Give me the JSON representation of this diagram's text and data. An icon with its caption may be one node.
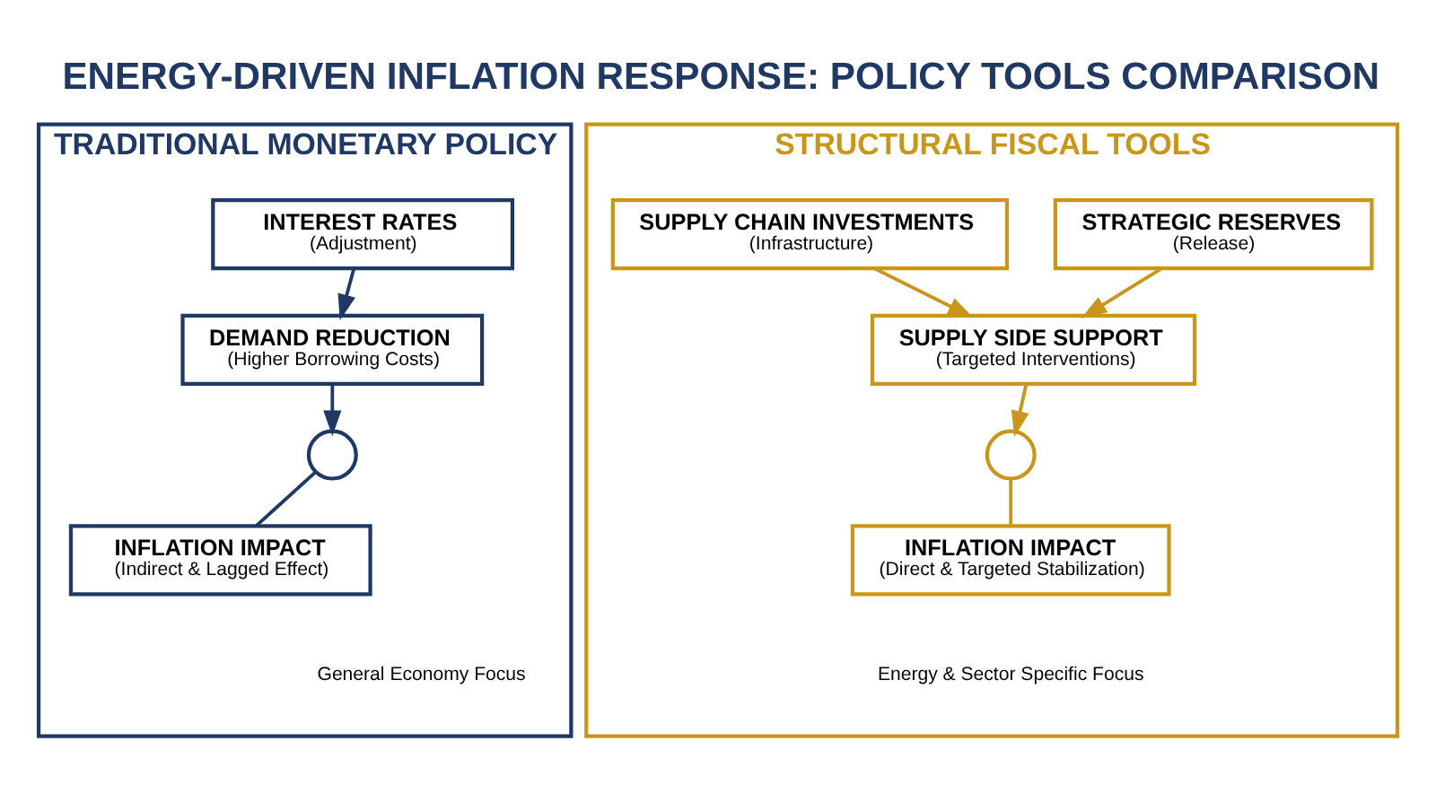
{
  "diagram": {
    "title": "ENERGY-DRIVEN INFLATION RESPONSE: POLICY TOOLS COMPARISON",
    "nodes": [
      {
        "text": [
          "TRADITIONAL MONETARY POLICY"
        ],
        "beside": [
          "General Economy Focus"
        ]
      },
      {
        "text": [
          "INTEREST RATES",
          "(Adjustment)"
        ],
        "in": 0
      },
      {
        "text": [
          "DEMAND REDUCTION",
          "(Higher Borrowing Costs)"
        ],
        "in": 0
      },
      {
        "text": [],
        "shape": "circle",
        "in": 0
      },
      {
        "text": [
          "INFLATION IMPACT",
          "(Indirect & Lagged Effect)"
        ],
        "in": 0
      },
      {
        "text": [
          "STRUCTURAL FISCAL TOOLS"
        ],
        "beside": [
          "Energy & Sector Specific Focus"
        ]
      },
      {
        "text": [
          "STRATEGIC RESERVES",
          "(Release)"
        ],
        "in": 5
      },
      {
        "text": [
          "SUPPLY CHAIN INVESTMENTS",
          "(Infrastructure)"
        ],
        "in": 5
      },
      {
        "text": [
          "SUPPLY SIDE SUPPORT",
          "(Targeted Interventions)"
        ],
        "in": 5
      },
      {
        "text": [],
        "shape": "circle",
        "in": 5
      },
      {
        "text": [
          "INFLATION IMPACT",
          "(Direct & Targeted Stabilization)"
        ],
        "in": 5
      }
    ],
    "edges": [
      {
        "from": 1,
        "to": 2,
        "arrow": "to",
        "color": "#1f3864"
      },
      {
        "from": 2,
        "to": 3,
        "arrow": "to",
        "color": "#1f3864"
      },
      {
        "from": 3,
        "to": 4,
        "arrow": "none",
        "color": "#1f3864"
      },
      {
        "from": 6,
        "to": 8,
        "arrow": "to",
        "color": "#c9961a"
      },
      {
        "from": 7,
        "to": 8,
        "arrow": "to",
        "color": "#c9961a"
      },
      {
        "from": 8,
        "to": 9,
        "arrow": "to",
        "color": "#c9961a"
      },
      {
        "from": 9,
        "to": 10,
        "arrow": "none",
        "color": "#c9961a"
      }
    ]
  }
}
